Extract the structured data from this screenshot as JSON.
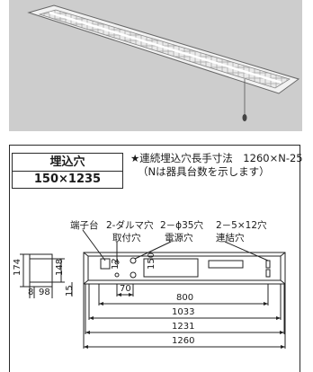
{
  "embed_hole": {
    "title": "埋込穴",
    "value": "150×1235"
  },
  "notes": {
    "continuous": "★連続埋込穴長手寸法　1260×N-25",
    "n_explain": "（Nは器具台数を示します）"
  },
  "labels": {
    "terminal": "端子台",
    "daruma_hole": "2-ダルマ穴",
    "mount_hole": "取付穴",
    "phi35": "2－ϕ35穴",
    "power_hole": "電源穴",
    "slot_hole": "2－5×12穴",
    "link_hole": "連結穴"
  },
  "dims": {
    "h174": "174",
    "h148": "148",
    "h15": "15",
    "w8": "8",
    "w98": "98",
    "w70": "70",
    "w800": "800",
    "w1033": "1033",
    "w1231": "1231",
    "w1260": "1260",
    "d12": "12",
    "d150": "150"
  }
}
